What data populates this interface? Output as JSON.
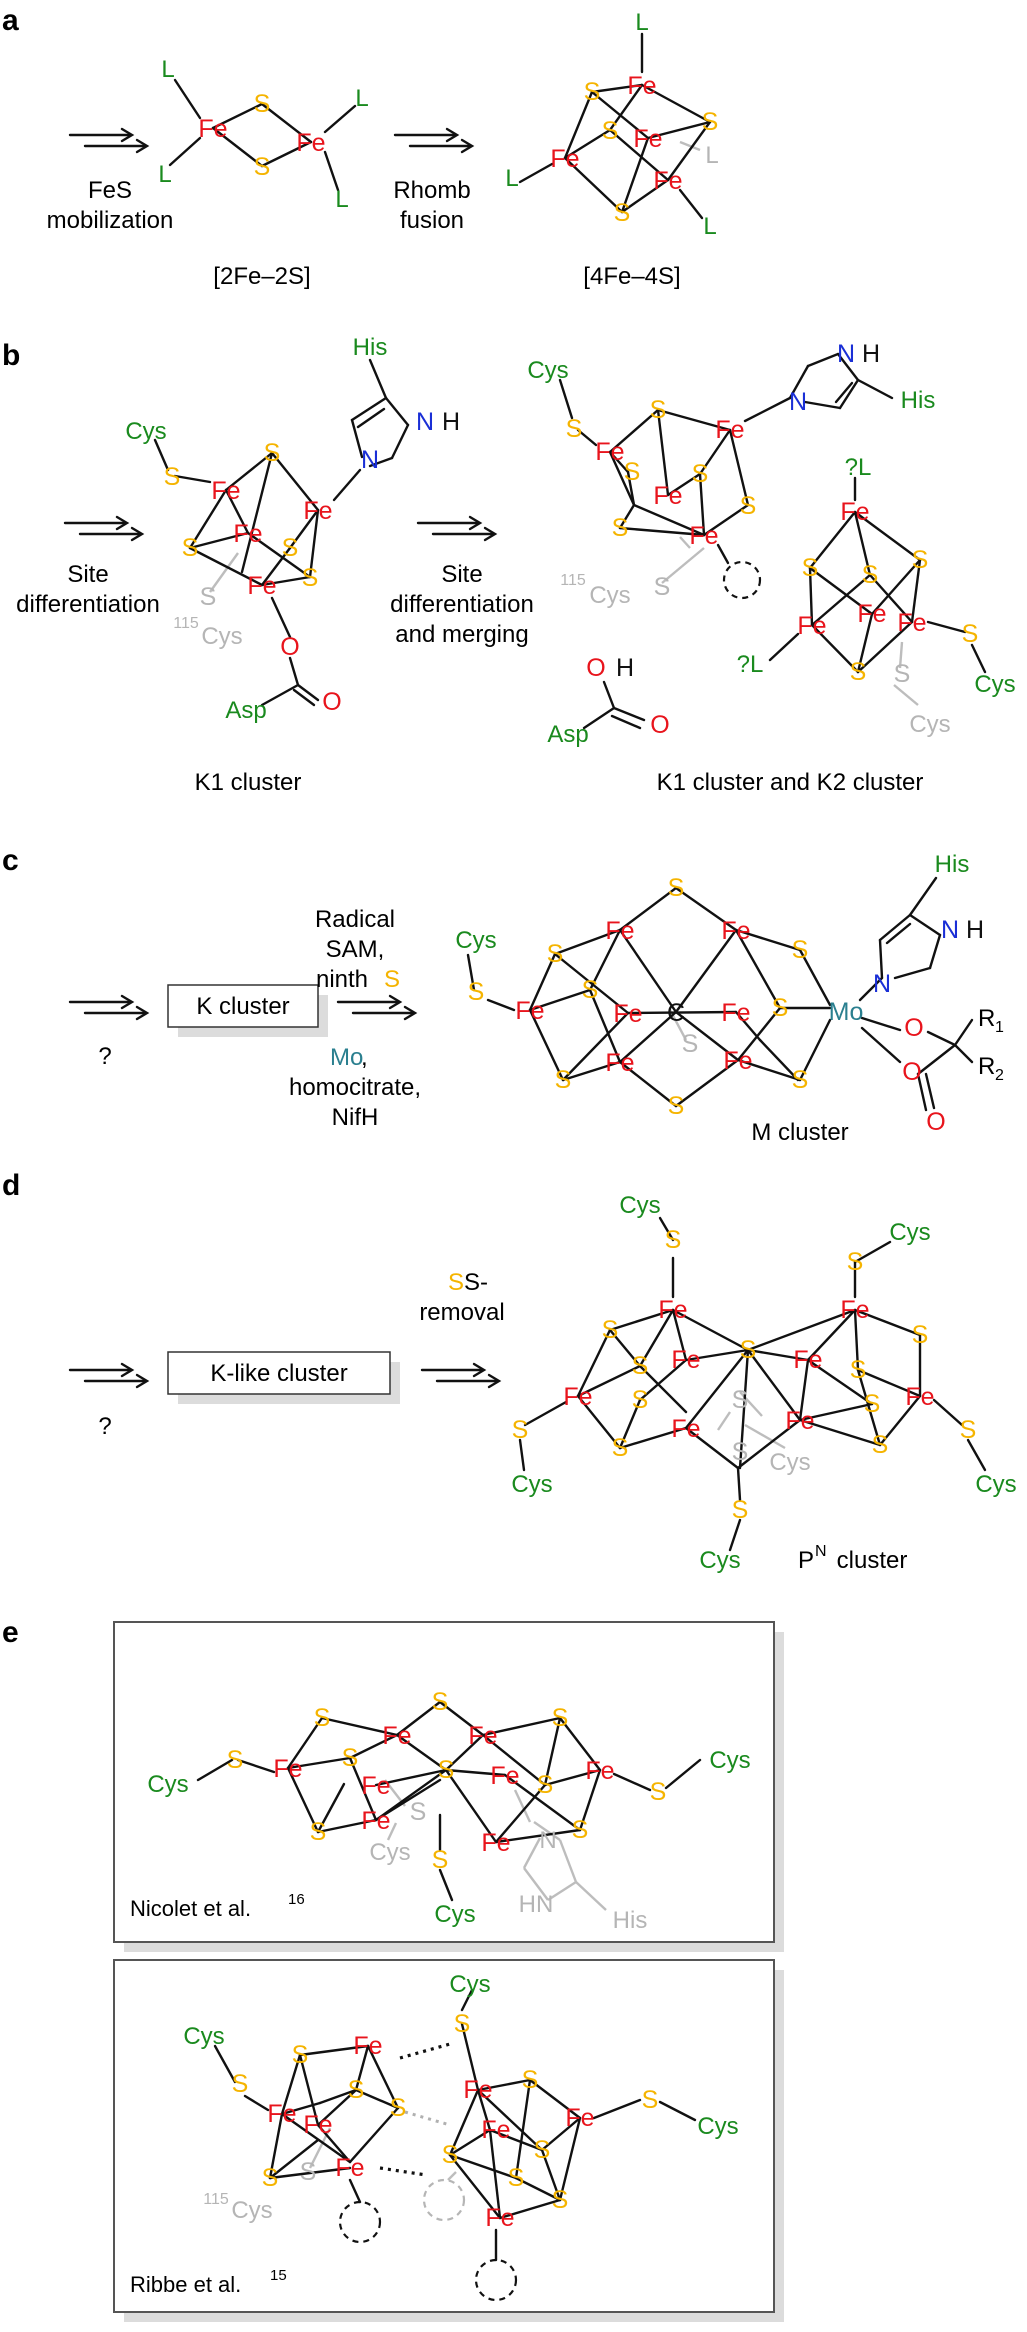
{
  "colors": {
    "fe": "#e8141c",
    "s": "#f5b400",
    "ligand": "#1a8a1e",
    "n": "#1a2fd6",
    "o": "#e8141c",
    "mo": "#2a7f8f",
    "grey": "#b5b5b5",
    "black": "#111111"
  },
  "panels": {
    "a": {
      "letter": "a",
      "step1": "FeS",
      "step1b": "mobilization",
      "step2": "Rhomb",
      "step2b": "fusion",
      "label_left": "[2Fe–2S]",
      "label_right": "[4Fe–4S]",
      "ligand": "L"
    },
    "b": {
      "letter": "b",
      "step1": "Site",
      "step1b": "differentiation",
      "step2": "Site",
      "step2b": "differentiation",
      "step2c": "and merging",
      "label_left": "K1 cluster",
      "label_right": "K1 cluster and K2 cluster",
      "cys": "Cys",
      "his": "His",
      "asp": "Asp",
      "cys115": "115",
      "question_l": "?L"
    },
    "c": {
      "letter": "c",
      "question": "?",
      "box_label": "K cluster",
      "top1": "Radical",
      "top2": "SAM,",
      "top3": "ninth",
      "bottom_mo": "Mo",
      "bottom2": "homocitrate,",
      "bottom3": "NifH",
      "label": "M cluster",
      "r1": "R",
      "r1sub": "1",
      "r2": "R",
      "r2sub": "2"
    },
    "d": {
      "letter": "d",
      "question": "?",
      "box_label": "K-like cluster",
      "top1": "S-",
      "top2": "removal",
      "label": "P",
      "label_sup": "N",
      "label_rest": " cluster"
    },
    "e": {
      "letter": "e",
      "box1_label": "Nicolet et al.",
      "box1_ref": "16",
      "box2_label": "Ribbe et al.",
      "box2_ref": "15"
    }
  },
  "atoms": {
    "fe": "Fe",
    "s": "S",
    "n": "N",
    "nh": "NH",
    "hn": "HN",
    "o": "O",
    "h": "H",
    "c": "C",
    "mo": "Mo"
  }
}
